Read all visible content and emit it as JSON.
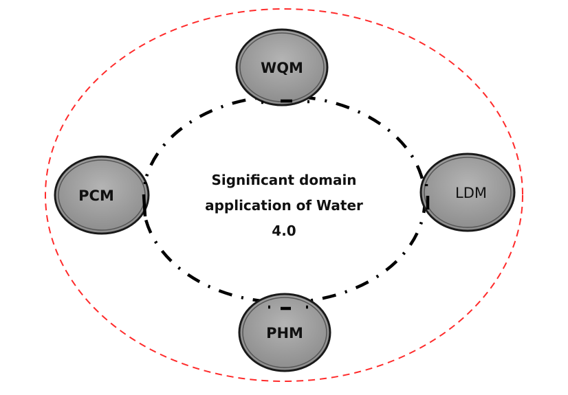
{
  "diagram": {
    "boundary": {
      "style": "dashed",
      "color": "#ff2a2a"
    },
    "cycle": {
      "style": "dash-dot",
      "color": "#000000"
    },
    "center_text": [
      "Significant domain",
      "application of Water",
      "4.0"
    ],
    "node_fill": "#a0a0a0",
    "node_stroke": "#1a1a1a",
    "nodes": [
      {
        "id": "wqm",
        "label": "WQM",
        "position": "top"
      },
      {
        "id": "pcm",
        "label": "PCM",
        "position": "left"
      },
      {
        "id": "ldm",
        "label": "LDM",
        "position": "right"
      },
      {
        "id": "phm",
        "label": "PHM",
        "position": "bottom"
      }
    ]
  }
}
